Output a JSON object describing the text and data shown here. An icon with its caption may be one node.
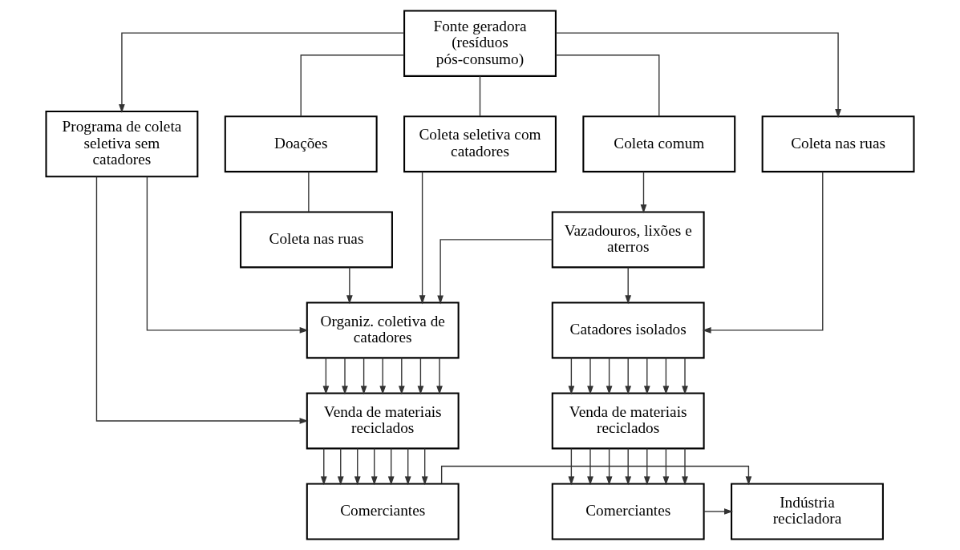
{
  "diagram": {
    "nodes": [
      {
        "text": [
          "Fonte geradora (resíduos pós-consumo)"
        ]
      },
      {
        "text": [
          "Programa de coleta seletiva sem catadores"
        ]
      },
      {
        "text": [
          "Doações"
        ]
      },
      {
        "text": [
          "Coleta seletiva com catadores"
        ]
      },
      {
        "text": [
          "Coleta comum"
        ]
      },
      {
        "text": [
          "Coleta nas ruas"
        ]
      },
      {
        "text": [
          "Coleta nas ruas"
        ]
      },
      {
        "text": [
          "Vazadouros, lixões e aterros"
        ]
      },
      {
        "text": [
          "Organiz. coletiva de catadores"
        ]
      },
      {
        "text": [
          "Catadores isolados"
        ]
      },
      {
        "text": [
          "Venda de materiais reciclados"
        ]
      },
      {
        "text": [
          "Venda de materiais reciclados"
        ]
      },
      {
        "text": [
          "Comerciantes"
        ]
      },
      {
        "text": [
          "Indústria recicladora"
        ]
      },
      {
        "text": [
          "Comerciantes"
        ]
      }
    ],
    "edges": [
      {
        "from": 0,
        "to": 1,
        "arrow": "to"
      },
      {
        "from": 0,
        "to": 2,
        "arrow": "none"
      },
      {
        "from": 0,
        "to": 3,
        "arrow": "none"
      },
      {
        "from": 0,
        "to": 4,
        "arrow": "none"
      },
      {
        "from": 0,
        "to": 5,
        "arrow": "to"
      },
      {
        "from": 2,
        "to": 6,
        "arrow": "none"
      },
      {
        "from": 4,
        "to": 7,
        "arrow": "to"
      },
      {
        "from": 6,
        "to": 8,
        "arrow": "to"
      },
      {
        "from": 3,
        "to": 8,
        "arrow": "to"
      },
      {
        "from": 1,
        "to": 8,
        "arrow": "to"
      },
      {
        "from": 7,
        "to": 8,
        "arrow": "to"
      },
      {
        "from": 7,
        "to": 9,
        "arrow": "to"
      },
      {
        "from": 5,
        "to": 9,
        "arrow": "to"
      },
      {
        "from": 1,
        "to": 10,
        "arrow": "to"
      },
      {
        "from": 8,
        "to": 10,
        "arrow": "to"
      },
      {
        "from": 8,
        "to": 10,
        "arrow": "to"
      },
      {
        "from": 8,
        "to": 10,
        "arrow": "to"
      },
      {
        "from": 8,
        "to": 10,
        "arrow": "to"
      },
      {
        "from": 8,
        "to": 10,
        "arrow": "to"
      },
      {
        "from": 8,
        "to": 10,
        "arrow": "to"
      },
      {
        "from": 8,
        "to": 10,
        "arrow": "to"
      },
      {
        "from": 9,
        "to": 11,
        "arrow": "to"
      },
      {
        "from": 9,
        "to": 11,
        "arrow": "to"
      },
      {
        "from": 9,
        "to": 11,
        "arrow": "to"
      },
      {
        "from": 9,
        "to": 11,
        "arrow": "to"
      },
      {
        "from": 9,
        "to": 11,
        "arrow": "to"
      },
      {
        "from": 9,
        "to": 11,
        "arrow": "to"
      },
      {
        "from": 9,
        "to": 11,
        "arrow": "to"
      },
      {
        "from": 10,
        "to": 12,
        "arrow": "to"
      },
      {
        "from": 10,
        "to": 12,
        "arrow": "to"
      },
      {
        "from": 10,
        "to": 12,
        "arrow": "to"
      },
      {
        "from": 10,
        "to": 12,
        "arrow": "to"
      },
      {
        "from": 10,
        "to": 12,
        "arrow": "to"
      },
      {
        "from": 10,
        "to": 12,
        "arrow": "to"
      },
      {
        "from": 10,
        "to": 12,
        "arrow": "to"
      },
      {
        "from": 11,
        "to": 14,
        "arrow": "to"
      },
      {
        "from": 11,
        "to": 14,
        "arrow": "to"
      },
      {
        "from": 11,
        "to": 14,
        "arrow": "to"
      },
      {
        "from": 11,
        "to": 14,
        "arrow": "to"
      },
      {
        "from": 11,
        "to": 14,
        "arrow": "to"
      },
      {
        "from": 11,
        "to": 14,
        "arrow": "to"
      },
      {
        "from": 11,
        "to": 14,
        "arrow": "to"
      },
      {
        "from": 12,
        "to": 13,
        "arrow": "to"
      },
      {
        "from": 14,
        "to": 13,
        "arrow": "to"
      }
    ]
  }
}
